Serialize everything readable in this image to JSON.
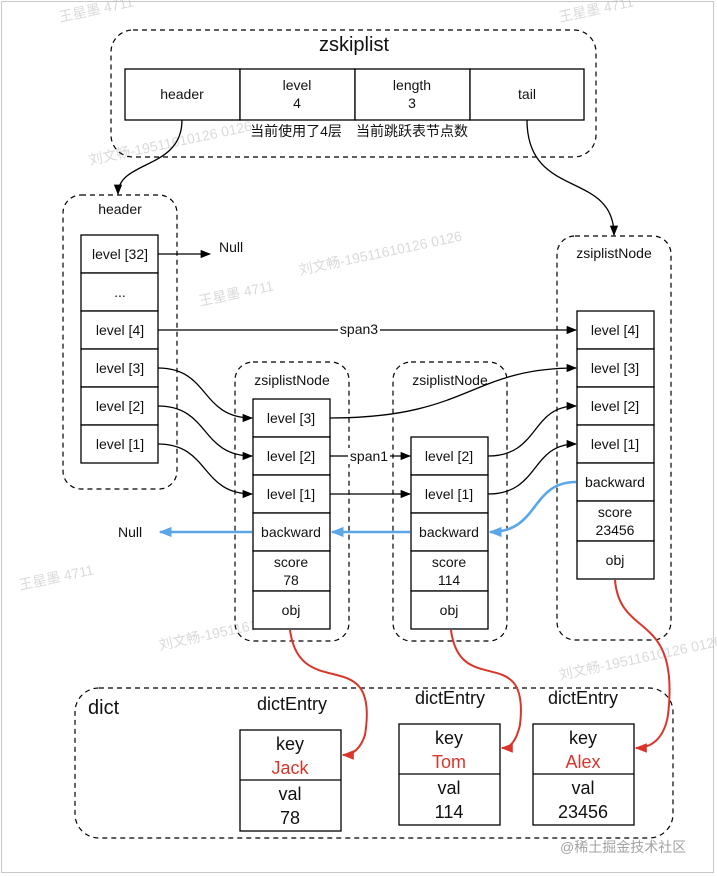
{
  "zskiplist": {
    "title": "zskiplist",
    "fields": [
      {
        "l1": "header",
        "l2": ""
      },
      {
        "l1": "level",
        "l2": "4"
      },
      {
        "l1": "length",
        "l2": "3"
      },
      {
        "l1": "tail",
        "l2": ""
      }
    ],
    "note1": "当前使用了4层",
    "note2": "当前跳跃表节点数"
  },
  "header_node": {
    "title": "header",
    "levels": [
      "level [32]",
      "...",
      "level [4]",
      "level [3]",
      "level [2]",
      "level [1]"
    ],
    "null_label": "Null"
  },
  "node1": {
    "title": "zsiplistNode",
    "levels": [
      "level [3]",
      "level [2]",
      "level [1]"
    ],
    "backward": "backward",
    "score_label": "score",
    "score": "78",
    "obj": "obj"
  },
  "node2": {
    "title": "zsiplistNode",
    "levels": [
      "level [2]",
      "level [1]"
    ],
    "backward": "backward",
    "score_label": "score",
    "score": "114",
    "obj": "obj"
  },
  "node3": {
    "title": "zsiplistNode",
    "levels": [
      "level [4]",
      "level [3]",
      "level [2]",
      "level [1]"
    ],
    "backward": "backward",
    "score_label": "score",
    "score": "23456",
    "obj": "obj"
  },
  "span_labels": {
    "span3": "span3",
    "span1": "span1"
  },
  "backward_null": "Null",
  "dict": {
    "title": "dict",
    "entries": [
      {
        "title": "dictEntry",
        "key_label": "key",
        "key": "Jack",
        "val_label": "val",
        "val": "78"
      },
      {
        "title": "dictEntry",
        "key_label": "key",
        "key": "Tom",
        "val_label": "val",
        "val": "114"
      },
      {
        "title": "dictEntry",
        "key_label": "key",
        "key": "Alex",
        "val_label": "val",
        "val": "23456"
      }
    ]
  },
  "watermarks": {
    "name": "王星墨 4711",
    "phone": "刘文畅-19511610126 0126",
    "source": "@稀土掘金技术社区"
  },
  "colors": {
    "backward_arrow": "#5aa6e8",
    "obj_arrow": "#d9362b",
    "key_text": "#d9362b"
  }
}
